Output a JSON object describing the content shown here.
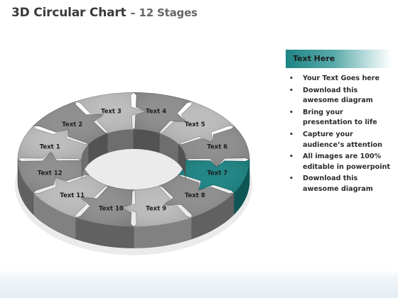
{
  "slide": {
    "title_main": "3D Circular Chart",
    "title_sub": "– 12 Stages"
  },
  "diagram": {
    "segments": [
      {
        "id": 1,
        "label": "Text 1"
      },
      {
        "id": 2,
        "label": "Text 2"
      },
      {
        "id": 3,
        "label": "Text 3"
      },
      {
        "id": 4,
        "label": "Text 4"
      },
      {
        "id": 5,
        "label": "Text 5"
      },
      {
        "id": 6,
        "label": "Text 6"
      },
      {
        "id": 7,
        "label": "Text 7",
        "highlighted": true
      },
      {
        "id": 8,
        "label": "Text 8"
      },
      {
        "id": 9,
        "label": "Text 9"
      },
      {
        "id": 10,
        "label": "Text 10"
      },
      {
        "id": 11,
        "label": "Text 11"
      },
      {
        "id": 12,
        "label": "Text 12"
      }
    ],
    "colors": {
      "segment_light": "#bdbdbd",
      "segment_dark": "#8f8f8f",
      "highlight": "#1f8585",
      "highlight_dark": "#0e5656"
    }
  },
  "panel": {
    "header": "Text Here",
    "bullets": [
      "Your Text Goes here",
      "Download this awesome diagram",
      "Bring your presentation to life",
      "Capture your audience’s attention",
      "All images are 100% editable in powerpoint",
      "Download this awesome diagram"
    ],
    "bullet_symbol": "•",
    "header_color": "#1f8585"
  }
}
